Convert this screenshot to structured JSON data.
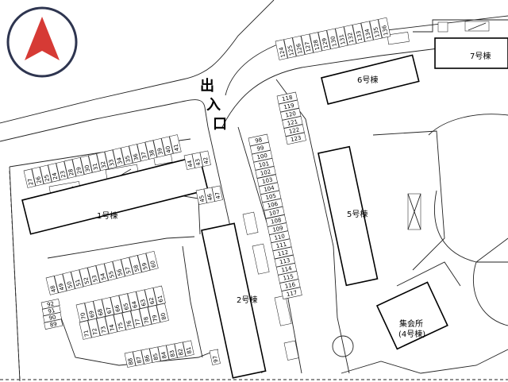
{
  "compass": {
    "icon": "north-arrow-icon",
    "ring_color": "#2e3550",
    "arrow_color": "#d63a35"
  },
  "entrance_label": "出入口",
  "buildings": [
    {
      "id": "b1",
      "label": "1号棟"
    },
    {
      "id": "b2",
      "label": "2号棟"
    },
    {
      "id": "b5",
      "label": "5号棟"
    },
    {
      "id": "b6",
      "label": "6号棟"
    },
    {
      "id": "b7",
      "label": "7号棟"
    },
    {
      "id": "hall",
      "label": "集会所",
      "sublabel": "(4号棟)"
    }
  ],
  "parking": {
    "top_right_row": [
      "124",
      "125",
      "126",
      "127",
      "128",
      "129",
      "130",
      "131",
      "132",
      "133",
      "134",
      "135",
      "136"
    ],
    "upper_left_row": [
      "27",
      "26",
      "25",
      "24",
      "23",
      "28",
      "29",
      "30",
      "31",
      "32",
      "33",
      "34",
      "35",
      "36",
      "37",
      "38",
      "39",
      "40",
      "41"
    ],
    "pair_42_44": [
      "44",
      "43",
      "42"
    ],
    "pair_45_47": [
      "45",
      "46",
      "47"
    ],
    "mid_row": [
      "48",
      "49",
      "50",
      "51",
      "52",
      "53",
      "54",
      "55",
      "56",
      "57",
      "58",
      "59",
      "60"
    ],
    "left_column": [
      "92",
      "91",
      "90",
      "89"
    ],
    "block_front": [
      "71",
      "72",
      "73",
      "74",
      "75",
      "76",
      "77",
      "78",
      "79",
      "80"
    ],
    "block_back": [
      "70",
      "69",
      "68",
      "67",
      "66",
      "65",
      "64",
      "63",
      "62",
      "61"
    ],
    "bottom_row": [
      "88",
      "87",
      "86",
      "85",
      "84",
      "83",
      "82",
      "81"
    ],
    "single_97": [
      "97"
    ],
    "center_column": [
      "98",
      "99",
      "100",
      "101",
      "102",
      "103",
      "104",
      "105",
      "106",
      "107",
      "108",
      "109",
      "110",
      "111",
      "112",
      "113",
      "114",
      "115",
      "116",
      "117"
    ],
    "column_118_123": [
      "118",
      "119",
      "120",
      "121",
      "122",
      "123"
    ]
  }
}
